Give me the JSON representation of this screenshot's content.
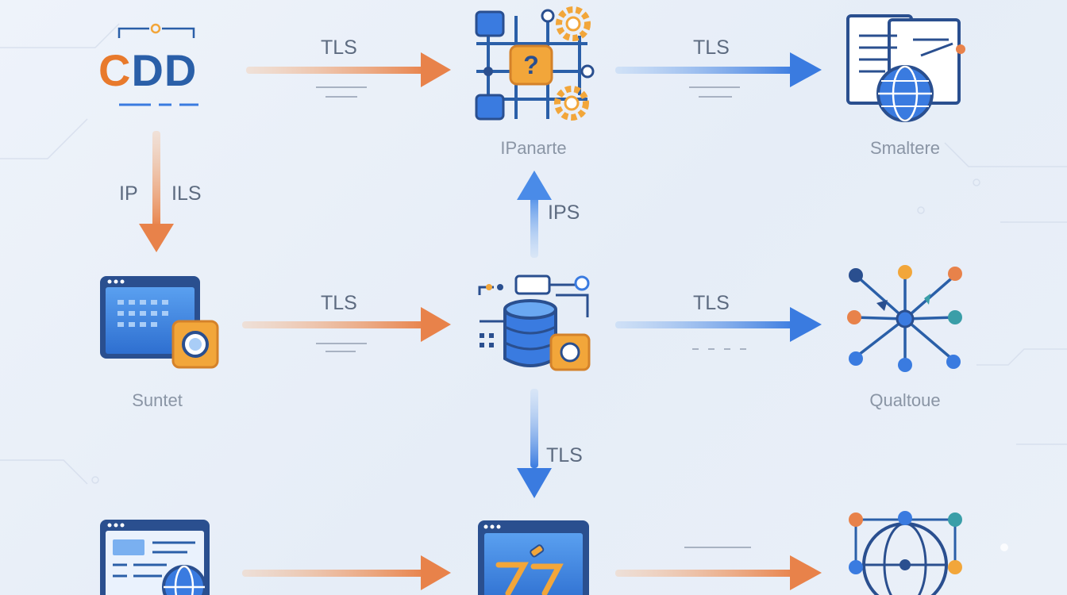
{
  "logo": {
    "letters": [
      "C",
      "D",
      "D"
    ],
    "colors": [
      "#e87a2c",
      "#2a5fa8",
      "#2a5fa8"
    ]
  },
  "nodes": {
    "ipanarte": "IPanarte",
    "smaltere": "Smaltere",
    "suntet": "Suntet",
    "qualtoue": "Qualtoue"
  },
  "edges": {
    "logo_to_ipanarte": "TLS",
    "ipanarte_to_smaltere": "TLS",
    "logo_down_left": "IP",
    "logo_down_right": "ILS",
    "db_up_to_ipanarte": "IPS",
    "suntet_to_db": "TLS",
    "db_to_qualtoue": "TLS",
    "db_down_to_editor": "TLS"
  },
  "colors": {
    "orange": "#e8824a",
    "blue": "#3a7be0",
    "navy": "#2a4f8f",
    "amber": "#f2a63a"
  }
}
